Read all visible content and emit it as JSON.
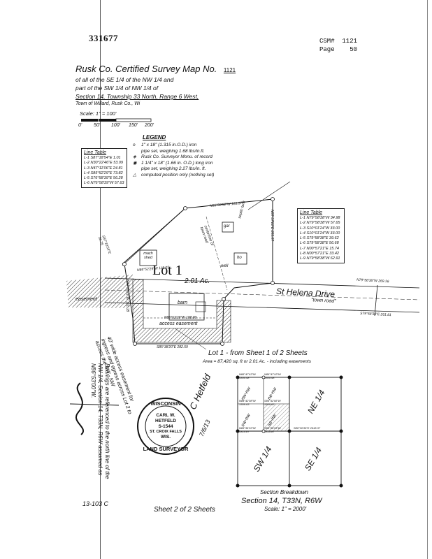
{
  "header": {
    "doc_number": "331677",
    "csm_label": "CSM#  1121",
    "page_label": "Page    50"
  },
  "title": {
    "line1": "Rusk Co. Certified Survey Map No.",
    "csm_no": "1121",
    "line2": "of all of the SE 1/4 of the NW 1/4  and",
    "line3": "part of the SW 1/4 of NW 1/4 of",
    "line4": "Section 14, Township 33 North, Range 6 West,",
    "line5": "Town of Willard, Rusk Co., Wi"
  },
  "scale": {
    "label": "Scale: 1\" = 100'",
    "ticks": [
      "0'",
      "50'",
      "100'",
      "150'",
      "200'"
    ]
  },
  "legend": {
    "title": "LEGEND",
    "items": [
      {
        "symbol": "o",
        "text1": "1\" x 18\" (1.315 in.O.D.) iron",
        "text2": "pipe set, weighing 1.68 lbs/in.ft."
      },
      {
        "symbol": "◈",
        "text1": "Rusk Co. Surveyor Monu. of record",
        "text2": ""
      },
      {
        "symbol": "◉",
        "text1": "1 1/4\" x 18\" (1.66 in. O.D.) long iron",
        "text2": "pipe set, weighing 2.27 lbs/in. ft."
      },
      {
        "symbol": "△",
        "text1": "computed position only (nothing set)",
        "text2": ""
      }
    ]
  },
  "line_table_left": {
    "title": "Line Table",
    "rows": [
      "L-1  S87°18'54\"E 1.01",
      "L-2  N30°22'46\"E 53.09",
      "L-3  N47°11'06\"E 24.81",
      "L-4  S85°52'29\"E 73.82",
      "L-5  S76°58'39\"E 56.28",
      "L-6  N76°58'39\"W 57.63"
    ]
  },
  "line_table_right": {
    "title": "Line Table",
    "rows": [
      "L-1  N79°58'38\"W 34.98",
      "L-2  N79°58'38\"W 57.65",
      "L-3  S10°01'24\"W 33.00",
      "L-4  S10°01'24\"W 33.00",
      "L-5  S79°58'38\"E 39.62",
      "L-6  S79°58'38\"E 56.68",
      "L-7  N00°57'21\"E 15.74",
      "L-8  N00°57'21\"E 33.42",
      "L-9  N79°58'38\"W 62.91"
    ]
  },
  "map": {
    "lot_label": "Lot 1",
    "acres": "2.01 Ac.",
    "road_name": "St Helena Drive",
    "road_sub": "\"town road\"",
    "mach_shed": "mach shed",
    "barn": "barn",
    "gar": "gar",
    "well": "well",
    "ho": "ho",
    "septic": "septic tank",
    "access_easement": "access easement",
    "easement": "easement",
    "top_bearing": "N85°50'52\"W 183.57",
    "mid_bearing": "N85°52'29\"W 118.03",
    "bottom_bearing": "S85°38'20\"E 282.59",
    "right_bearing": "N00°57'21\"E 205.07",
    "road_bearing1": "N79°58'38\"W 269.16",
    "road_bearing2": "S79°58'38\"E 261.81",
    "west_bearing": "S00°57'21\"W 101.18",
    "inner_bearing": "N85°52'29\"W 188.80",
    "lot_ref": "Lot 1 - from Sheet 1 of 2 Sheets",
    "area_note": "Area = 87,420 sq. ft or 2.01 Ac. - including easements",
    "easement_note": "40' wide access easement for ingress and egress across Lot 2 to access the SW - NW",
    "corner_dim1": "S87°18'54\"E 36.75",
    "center_road_label": "centerline of town road"
  },
  "section": {
    "title": "Section Breakdown",
    "subtitle": "Section 14, T33N, R6W",
    "scale": "Scale: 1\" = 2000'",
    "quarters": [
      "NE 1/4",
      "SW 1/4",
      "SE 1/4"
    ],
    "sub_quarters": [
      "nw-nw",
      "ne-nw",
      "sw-nw",
      "se-nw"
    ],
    "dims": [
      "N86°47'43\"W 1306.48",
      "N86°47'43\"W 1306.48",
      "N86°42'08\"W 1309.63",
      "S86°42'08\"W 1309.63",
      "N86°36'33\"W 1314.87",
      "S86°36'33\"W 1314.87",
      "S86°30'39\"E 2618.37"
    ]
  },
  "bearings_note": "Bearings are referenced to the north line of the NW 1/4, Section 14, T33N, R6W assumed as N86°53'00\"W.",
  "seal": {
    "state": "WISCONSIN",
    "name1": "CARL W.",
    "name2": "HETFELD",
    "number": "S-1544",
    "city": "ST. CROIX FALLS",
    "state_abbr": "WIS.",
    "bottom": "LAND SURVEYOR"
  },
  "signature": {
    "text": "C Hetfeld",
    "date": "7/6/13"
  },
  "footer": {
    "code": "13-103 C",
    "sheet": "Sheet 2 of 2 Sheets"
  }
}
